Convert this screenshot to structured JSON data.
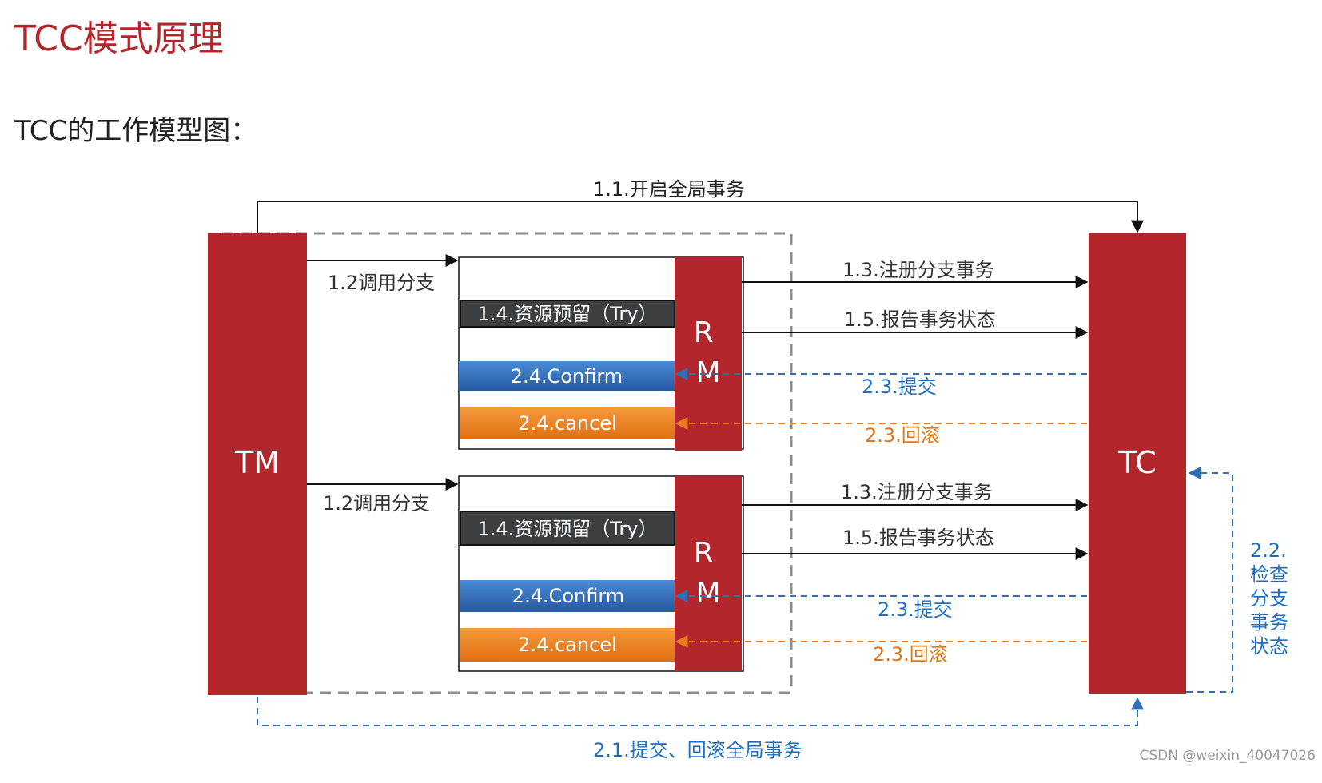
{
  "title": "TCC模式原理",
  "subtitle": "TCC的工作模型图：",
  "colors": {
    "red": "#b3262b",
    "blue": "#2e6fb8",
    "orange": "#e87d1e",
    "dark": "#3c3f41",
    "blue_text": "#1f6fc0",
    "orange_text": "#e0761a",
    "gray_dash": "#8c8c8c"
  },
  "nodes": {
    "tm": "TM",
    "tc": "TC",
    "rm1": "R\nM",
    "rm2": "R\nM"
  },
  "branches": [
    {
      "call_label": "1.2调用分支",
      "try_label": "1.4.资源预留（Try）",
      "confirm_label": "2.4.Confirm",
      "cancel_label": "2.4.cancel",
      "register_label": "1.3.注册分支事务",
      "report_label": "1.5.报告事务状态",
      "commit_label": "2.3.提交",
      "rollback_label": "2.3.回滚"
    },
    {
      "call_label": "1.2调用分支",
      "try_label": "1.4.资源预留（Try）",
      "confirm_label": "2.4.Confirm",
      "cancel_label": "2.4.cancel",
      "register_label": "1.3.注册分支事务",
      "report_label": "1.5.报告事务状态",
      "commit_label": "2.3.提交",
      "rollback_label": "2.3.回滚"
    }
  ],
  "edges": {
    "begin_global": "1.1.开启全局事务",
    "commit_rollback_global": "2.1.提交、回滚全局事务",
    "check_branch_status": "2.2.\n检查\n分支\n事务\n状态"
  },
  "watermark": "CSDN @weixin_40047026"
}
